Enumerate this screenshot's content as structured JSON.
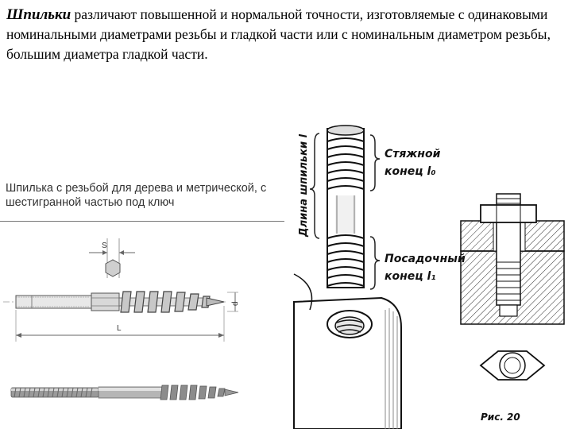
{
  "intro": {
    "term": "Шпильки",
    "text": " различают повышенной и нормальной точности, изготовляемые с одинаковыми номинальными диаметрами резьбы и гладкой части или с номинальным диаметром резьбы, большим диаметра гладкой части."
  },
  "left_figure": {
    "title": "Шпилька с резьбой для дерева и метрической, с шестигранной частью под ключ",
    "dim_s": "S",
    "dim_d": "d",
    "dim_L": "L"
  },
  "center_figure": {
    "length_label": "Длина шпильки l",
    "top_end_line1": "Стяжной",
    "top_end_line2": "конец l₀",
    "bottom_end_line1": "Посадочный",
    "bottom_end_line2": "конец l₁"
  },
  "right_figure": {
    "caption": "Рис. 20"
  }
}
